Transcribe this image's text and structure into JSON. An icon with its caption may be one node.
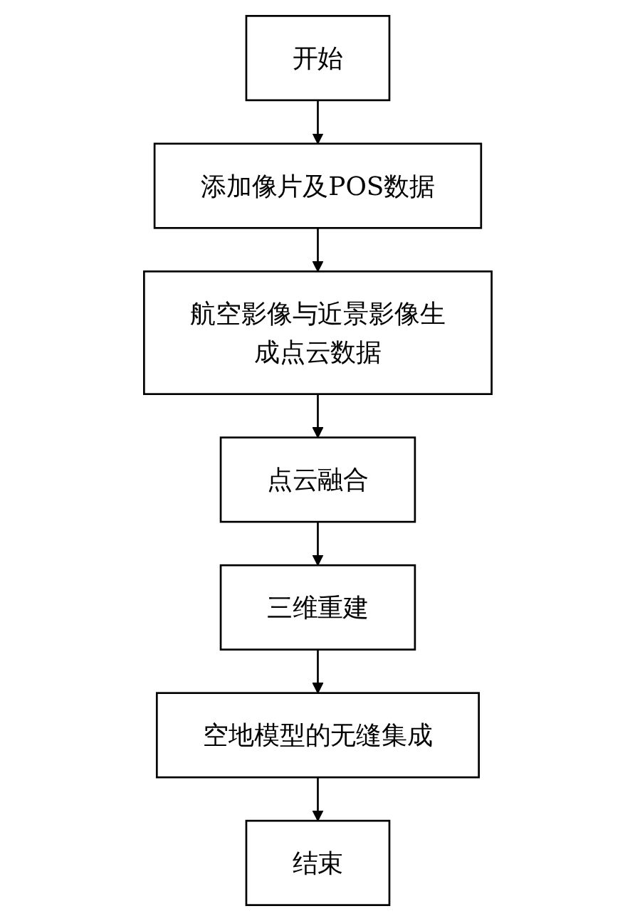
{
  "diagram": {
    "nodes": [
      {
        "text": [
          "开始"
        ]
      },
      {
        "text": [
          "添加像片及POS数据"
        ]
      },
      {
        "text": [
          "航空影像与近景影像生成点云数据"
        ]
      },
      {
        "text": [
          "点云融合"
        ]
      },
      {
        "text": [
          "三维重建"
        ]
      },
      {
        "text": [
          "空地模型的无缝集成"
        ]
      },
      {
        "text": [
          "结束"
        ]
      }
    ],
    "edges": [
      {
        "from": 0,
        "to": 1,
        "arrow": "to"
      },
      {
        "from": 1,
        "to": 2,
        "arrow": "to"
      },
      {
        "from": 2,
        "to": 3,
        "arrow": "to"
      },
      {
        "from": 3,
        "to": 4,
        "arrow": "to"
      },
      {
        "from": 4,
        "to": 5,
        "arrow": "to"
      },
      {
        "from": 5,
        "to": 6,
        "arrow": "to"
      }
    ]
  }
}
